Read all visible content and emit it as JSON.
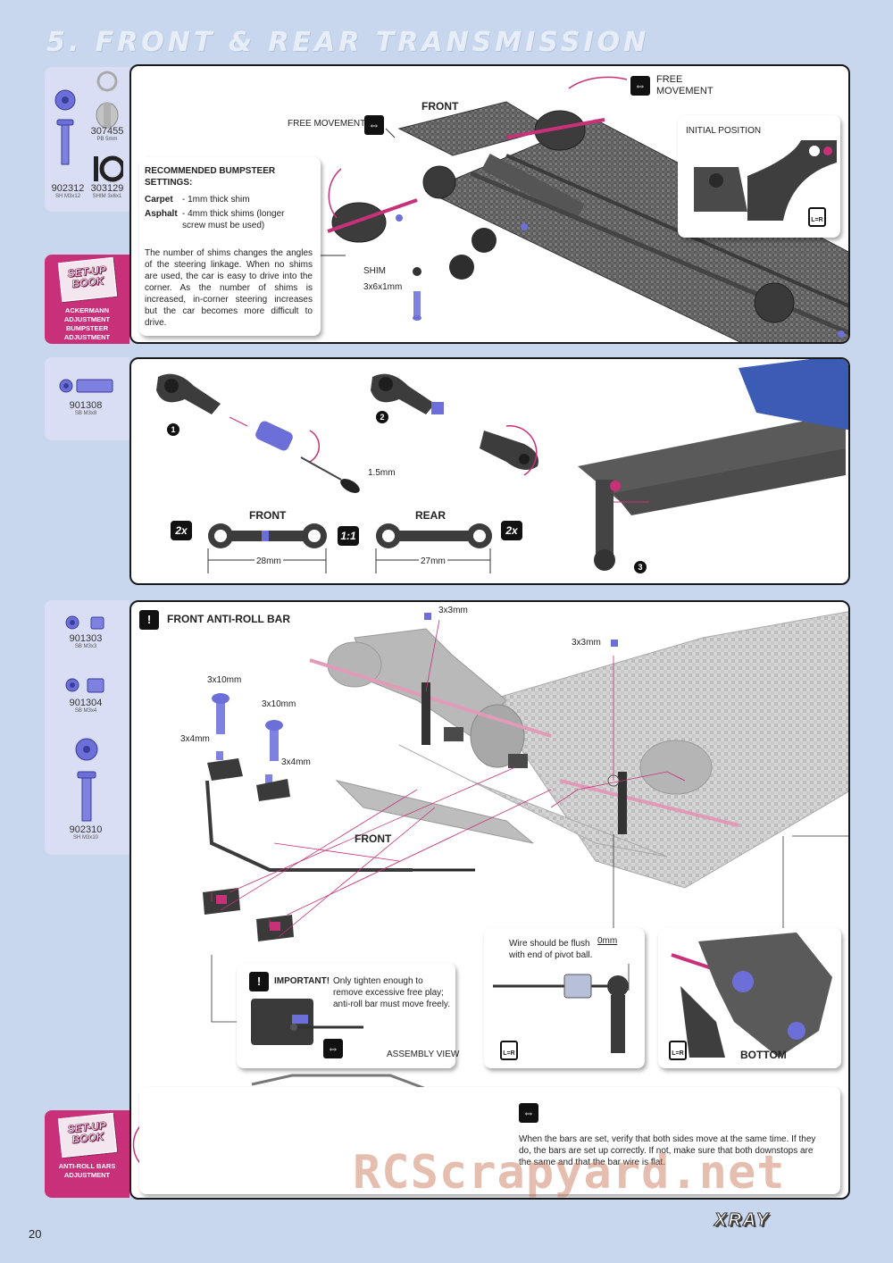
{
  "page": {
    "title": "5. FRONT & REAR TRANSMISSION",
    "number": "20",
    "brand": "XRAY",
    "watermark": "RCScrapyard.net"
  },
  "section1": {
    "parts": [
      {
        "num": "902312",
        "sub": "SH M3x12"
      },
      {
        "num": "307455",
        "sub": "PB 5mm"
      },
      {
        "num": "303129",
        "sub": "SHIM 3x6x1"
      }
    ],
    "setup": {
      "book": "SET-UP BOOK",
      "line1": "ACKERMANN ADJUSTMENT",
      "line2": "BUMPSTEER ADJUSTMENT"
    },
    "labels": {
      "free_movement_left": "FREE MOVEMENT",
      "free_movement_right": "FREE MOVEMENT",
      "front": "FRONT",
      "initial_position": "INITIAL POSITION",
      "shim": "SHIM",
      "shim_size": "3x6x1mm"
    },
    "bumpsteer": {
      "heading": "RECOMMENDED BUMPSTEER SETTINGS:",
      "carpet_label": "Carpet",
      "carpet_value": "- 1mm thick shim",
      "asphalt_label": "Asphalt",
      "asphalt_value": "- 4mm thick shims (longer screw must be used)",
      "body": "The number of shims changes the angles of the steering linkage. When no shims are used, the car is easy to drive into the corner. As the number of shims is increased, in-corner steering increases but the car becomes more difficult to drive."
    },
    "lr": "L=R"
  },
  "section2": {
    "parts": [
      {
        "num": "901308",
        "sub": "SB M3x8"
      }
    ],
    "step1": "1",
    "step2": "2",
    "step3": "3",
    "tool": "1.5mm",
    "front": "FRONT",
    "rear": "REAR",
    "qty_left": "2x",
    "ratio": "1:1",
    "qty_right": "2x",
    "front_len": "28mm",
    "rear_len": "27mm"
  },
  "section3": {
    "parts": [
      {
        "num": "901303",
        "sub": "SB M3x3"
      },
      {
        "num": "901304",
        "sub": "SB M3x4"
      },
      {
        "num": "902310",
        "sub": "SH M3x10"
      }
    ],
    "setup": {
      "book": "SET-UP BOOK",
      "line1": "ANTI-ROLL BARS",
      "line2": "ADJUSTMENT"
    },
    "heading": "FRONT ANTI-ROLL BAR",
    "labels": {
      "s3x3a": "3x3mm",
      "s3x3b": "3x3mm",
      "s3x10a": "3x10mm",
      "s3x10b": "3x10mm",
      "s3x4a": "3x4mm",
      "s3x4b": "3x4mm",
      "front": "FRONT",
      "bottom": "BOTTOM",
      "zero": "0mm",
      "flush": "Wire should be flush with end of pivot ball."
    },
    "important": {
      "heading": "IMPORTANT!",
      "text": "Only tighten enough to remove excessive free play; anti-roll bar must move freely.",
      "assembly": "ASSEMBLY VIEW"
    },
    "note": "When the bars are set, verify that both sides move at the same time. If they do, the bars are set up correctly. If not, make sure that both downstops are the same and that the bar wire is flat.",
    "lr": "L=R"
  },
  "colors": {
    "accent": "#c8307a",
    "part": "#6d6fd8",
    "background": "#c9d7ee"
  }
}
